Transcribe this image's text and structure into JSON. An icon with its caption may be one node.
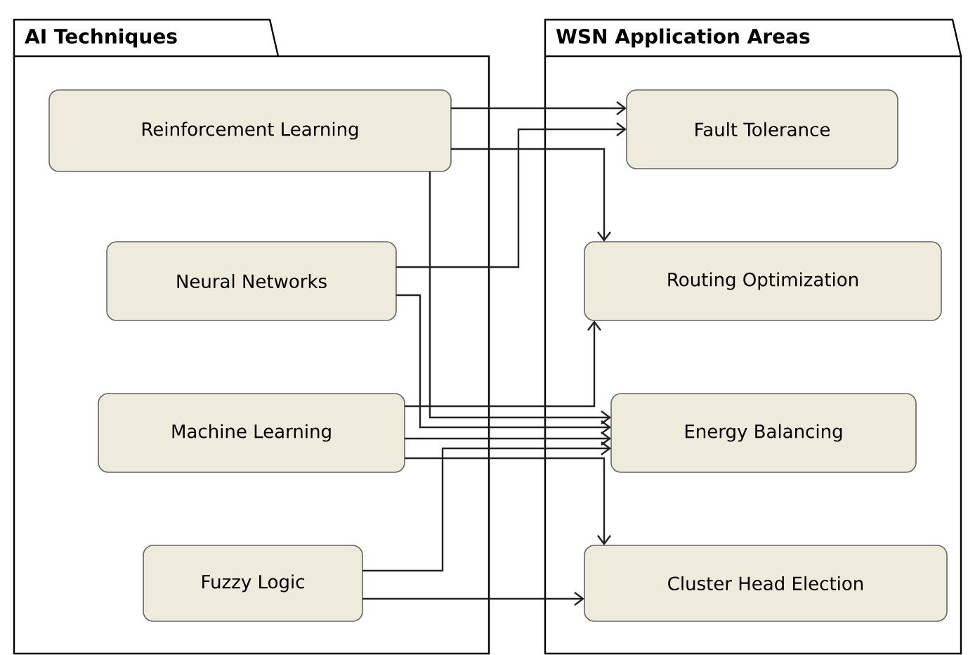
{
  "diagram": {
    "nodes": [
      {
        "text": [
          "AI Techniques"
        ]
      },
      {
        "text": [
          "WSN Application Areas"
        ]
      },
      {
        "text": [
          "Reinforcement Learning"
        ],
        "in": 0
      },
      {
        "text": [
          "Neural Networks"
        ],
        "in": 0
      },
      {
        "text": [
          "Machine Learning"
        ],
        "in": 0
      },
      {
        "text": [
          "Fuzzy Logic"
        ],
        "in": 0
      },
      {
        "text": [
          "Fault Tolerance"
        ],
        "in": 1
      },
      {
        "text": [
          "Routing Optimization"
        ],
        "in": 1
      },
      {
        "text": [
          "Energy Balancing"
        ],
        "in": 1
      },
      {
        "text": [
          "Cluster Head Election"
        ],
        "in": 1
      }
    ],
    "edges": [
      {
        "from": 2,
        "to": 6,
        "arrow": "to"
      },
      {
        "from": 3,
        "to": 6,
        "arrow": "to"
      },
      {
        "from": 2,
        "to": 7,
        "arrow": "to"
      },
      {
        "from": 2,
        "to": 8,
        "arrow": "to"
      },
      {
        "from": 3,
        "to": 8,
        "arrow": "to"
      },
      {
        "from": 4,
        "to": 7,
        "arrow": "to"
      },
      {
        "from": 4,
        "to": 8,
        "arrow": "to"
      },
      {
        "from": 4,
        "to": 9,
        "arrow": "to"
      },
      {
        "from": 5,
        "to": 8,
        "arrow": "to"
      },
      {
        "from": 5,
        "to": 9,
        "arrow": "to"
      }
    ]
  }
}
